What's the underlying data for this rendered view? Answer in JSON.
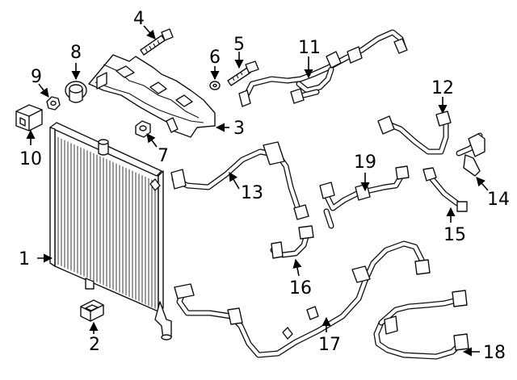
{
  "diagram": {
    "type": "exploded parts diagram",
    "callouts": [
      {
        "id": "c1",
        "label": "1"
      },
      {
        "id": "c2",
        "label": "2"
      },
      {
        "id": "c3",
        "label": "3"
      },
      {
        "id": "c4",
        "label": "4"
      },
      {
        "id": "c5",
        "label": "5"
      },
      {
        "id": "c6",
        "label": "6"
      },
      {
        "id": "c7",
        "label": "7"
      },
      {
        "id": "c8",
        "label": "8"
      },
      {
        "id": "c9",
        "label": "9"
      },
      {
        "id": "c10",
        "label": "10"
      },
      {
        "id": "c11",
        "label": "11"
      },
      {
        "id": "c12",
        "label": "12"
      },
      {
        "id": "c13",
        "label": "13"
      },
      {
        "id": "c14",
        "label": "14"
      },
      {
        "id": "c15",
        "label": "15"
      },
      {
        "id": "c16",
        "label": "16"
      },
      {
        "id": "c17",
        "label": "17"
      },
      {
        "id": "c18",
        "label": "18"
      },
      {
        "id": "c19",
        "label": "19"
      }
    ]
  }
}
